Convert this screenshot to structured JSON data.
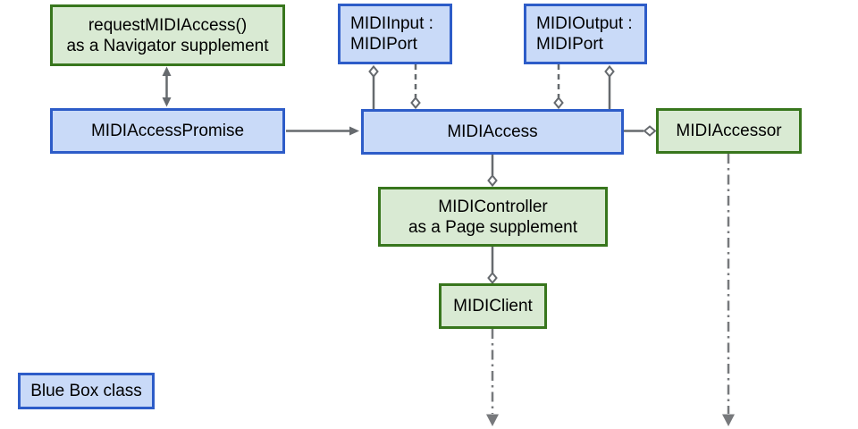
{
  "diagram": {
    "colors": {
      "background": "#ffffff",
      "blue_fill": "#c9daf8",
      "blue_border": "#2d5cc8",
      "green_fill": "#d9ead3",
      "green_border": "#38761d",
      "line_color": "#666a6e",
      "dashdot_color": "#77797c",
      "text_color": "#000000"
    },
    "boxes": {
      "request_midi_access": {
        "line1": "requestMIDIAccess()",
        "line2": "as a Navigator supplement"
      },
      "midi_input": {
        "line1": "MIDIInput :",
        "line2": "MIDIPort"
      },
      "midi_output": {
        "line1": "MIDIOutput :",
        "line2": "MIDIPort"
      },
      "midi_access_promise": {
        "label": "MIDIAccessPromise"
      },
      "midi_access": {
        "label": "MIDIAccess"
      },
      "midi_accessor": {
        "label": "MIDIAccessor"
      },
      "midi_controller": {
        "line1": "MIDIController",
        "line2": "as a Page supplement"
      },
      "midi_client": {
        "label": "MIDIClient"
      },
      "legend_blue_box": {
        "label": "Blue Box class"
      }
    }
  }
}
